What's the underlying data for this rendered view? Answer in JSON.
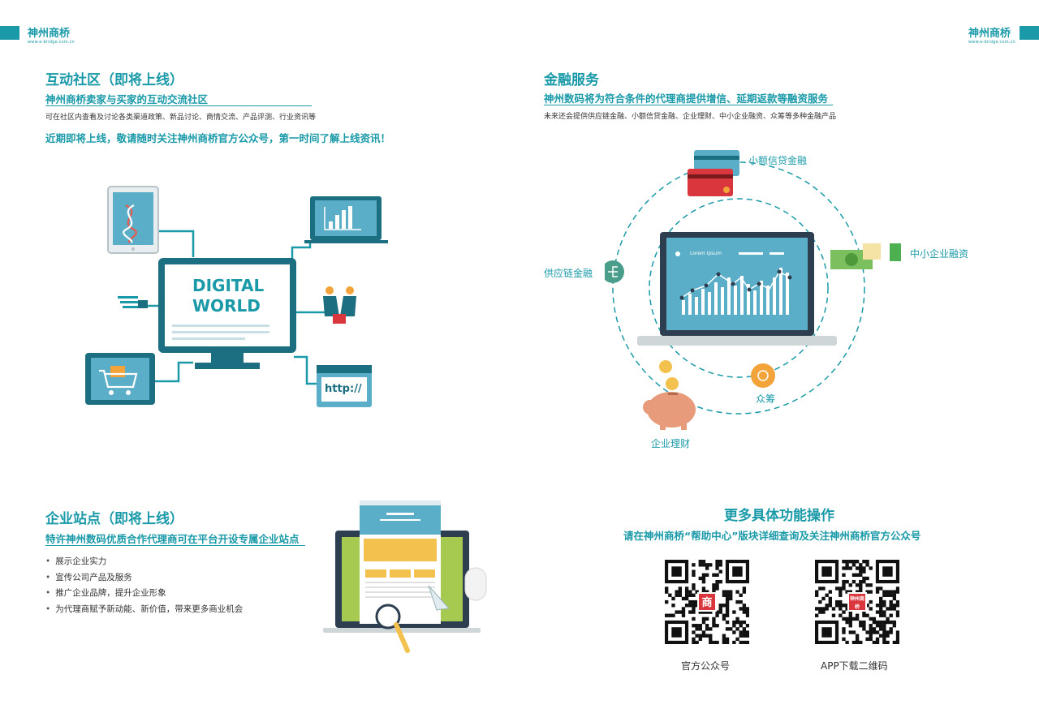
{
  "header": {
    "logo_left": "神州商桥",
    "logo_left_url": "www.e-bridge.com.cn",
    "logo_right": "神州商桥",
    "logo_right_url": "www.e-bridge.com.cn"
  },
  "community": {
    "title": "互动社区（即将上线）",
    "subtitle": "神州商桥卖家与买家的互动交流社区",
    "desc": "可在社区内查看及讨论各类渠道政策、新品讨论、商情交流、产品评测、行业资讯等",
    "notice": "近期即将上线，敬请随时关注神州商桥官方公众号，第一时间了解上线资讯！",
    "illustration": {
      "screen_line1": "DIGITAL",
      "screen_line2": "WORLD",
      "url_text": "http://"
    }
  },
  "finance": {
    "title": "金融服务",
    "subtitle": "神州数码将为符合条件的代理商提供增信、延期返款等融资服务",
    "desc": "未来还会提供供应链金融、小额信贷金融、企业理财、中小企业融资、众筹等多种金融产品",
    "labels": {
      "micro_credit": "小额信贷金融",
      "sme_financing": "中小企业融资",
      "supply_chain": "供应链金融",
      "crowdfunding": "众筹",
      "wealth": "企业理财"
    },
    "screen_text": "Lorem ipsum"
  },
  "site": {
    "title": "企业站点（即将上线）",
    "subtitle": "特许神州数码优质合作代理商可在平台开设专属企业站点",
    "bullets": [
      "展示企业实力",
      "宣传公司产品及服务",
      "推广企业品牌，提升企业形象",
      "为代理商赋予新动能、新价值，带来更多商业机会"
    ]
  },
  "more": {
    "title": "更多具体功能操作",
    "subtitle": "请在神州商桥“帮助中心”版块详细查询及关注神州商桥官方公众号",
    "qr": [
      {
        "center": "商",
        "caption": "官方公众号"
      },
      {
        "center": "神州商桥",
        "caption": "APP下载二维码"
      }
    ]
  },
  "colors": {
    "teal": "#1a9aa8",
    "dark_teal": "#1b6f80",
    "screen_blue": "#5aaec7",
    "orange": "#f2a33a",
    "red": "#d9363e",
    "green": "#4caf50"
  }
}
